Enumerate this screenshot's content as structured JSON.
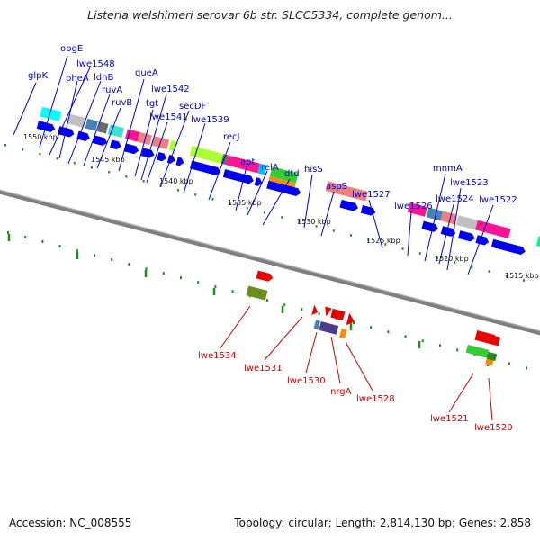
{
  "title": "Listeria welshimeri serovar 6b str. SLCC5334, complete genom...",
  "accession_text": "Accession: NC_008555",
  "topology_text": "Topology: circular; Length: 2,814,130 bp; Genes: 2,858",
  "colors": {
    "backbone": "#7f7f7f",
    "tick": "#1a8f1a",
    "forward_label": "#0000cc",
    "reverse_label": "#cc0000",
    "cds": "#0000ee",
    "reverse_gene": "#ee0000"
  },
  "scale_labels": [
    "1550 kbp",
    "1545 kbp",
    "1540 kbp",
    "1535 kbp",
    "1530 kbp",
    "1525 kbp",
    "1520 kbp",
    "1515 kbp"
  ],
  "forward_genes": [
    "glpK",
    "obgE",
    "lwe1548",
    "pheA",
    "ldhB",
    "ruvA",
    "ruvB",
    "queA",
    "tgt",
    "lwe1542",
    "lwe1541",
    "secDF",
    "lwe1539",
    "recJ",
    "apt",
    "relA",
    "dtd",
    "hisS",
    "aspS",
    "lwe1527",
    "lwe1526",
    "mnmA",
    "lwe1524",
    "lwe1523",
    "lwe1522"
  ],
  "reverse_genes": [
    "lwe1534",
    "lwe1531",
    "lwe1530",
    "nrgA",
    "lwe1528",
    "lwe1521",
    "lwe1520"
  ]
}
